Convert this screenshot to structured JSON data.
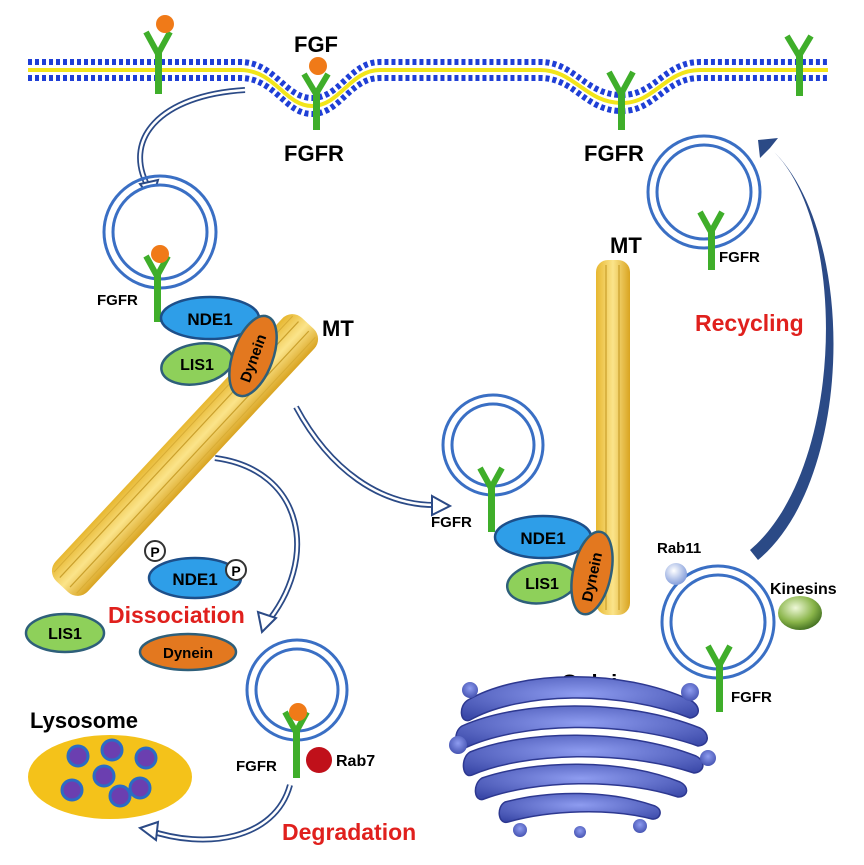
{
  "labels": {
    "fgf": "FGF",
    "fgfr": "FGFR",
    "mt": "MT",
    "nde1": "NDE1",
    "lis1": "LIS1",
    "dynein": "Dynein",
    "phospho": "P",
    "dissociation": "Dissociation",
    "lysosome": "Lysosome",
    "rab7": "Rab7",
    "degradation": "Degradation",
    "golgi": "Golgi",
    "rab11": "Rab11",
    "kinesins": "Kinesins",
    "recycling": "Recycling"
  },
  "colors": {
    "membrane_blue": "#1f3fd6",
    "membrane_yellow": "#f2e51a",
    "receptor_green": "#3fae2a",
    "ligand_orange": "#f07a18",
    "vesicle_blue": "#3a6fc4",
    "arrow_navy": "#2b4a86",
    "nde1_blue": "#2e9ee8",
    "lis1_green": "#8ed05a",
    "dynein_orange": "#e3781f",
    "microtubule_yellow": "#f1cb4a",
    "lysosome_yellow": "#f4c21a",
    "lysosome_dot": "#6b3fb0",
    "rab7_red": "#c0101a",
    "highlight_red": "#e0201d",
    "golgi_blue": "#5f6fd0"
  }
}
